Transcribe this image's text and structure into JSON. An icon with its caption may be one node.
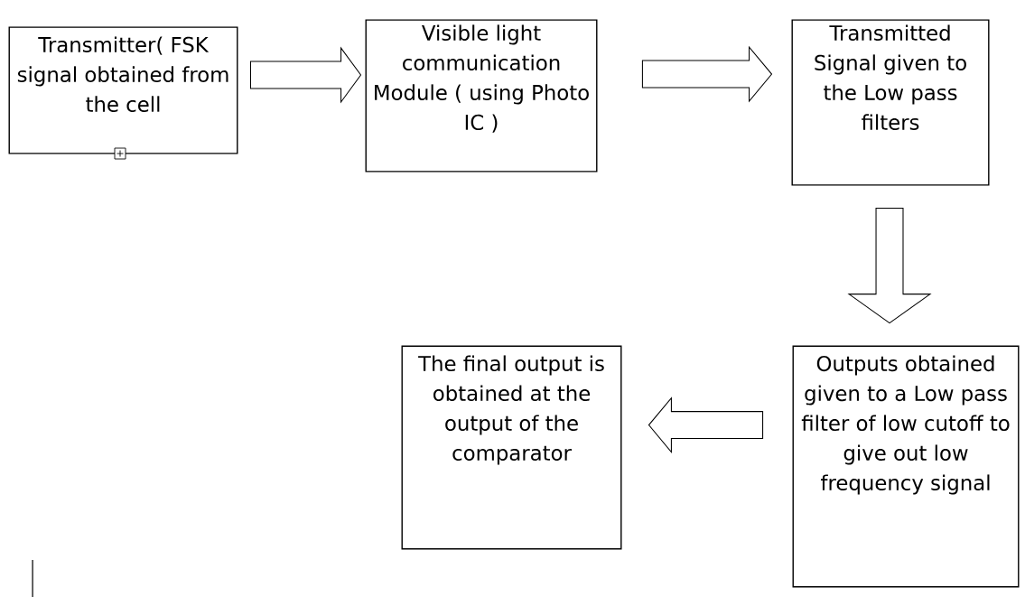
{
  "diagram": {
    "nodes": [
      {
        "text": [
          "Transmitter( FSK signal obtained from the cell"
        ]
      },
      {
        "text": [
          "Visible light communication Module ( using Photo IC )"
        ]
      },
      {
        "text": [
          "Transmitted Signal given to the Low pass filters"
        ]
      },
      {
        "text": [
          "Outputs obtained given to a Low pass filter of low cutoff to give out low frequency signal"
        ]
      },
      {
        "text": [
          "The final output is obtained at the output of the comparator"
        ]
      }
    ],
    "edges": [
      {
        "from": 0,
        "to": 1,
        "arrow": "to"
      },
      {
        "from": 1,
        "to": 2,
        "arrow": "to"
      },
      {
        "from": 2,
        "to": 3,
        "arrow": "to"
      },
      {
        "from": 3,
        "to": 4,
        "arrow": "to"
      }
    ]
  }
}
